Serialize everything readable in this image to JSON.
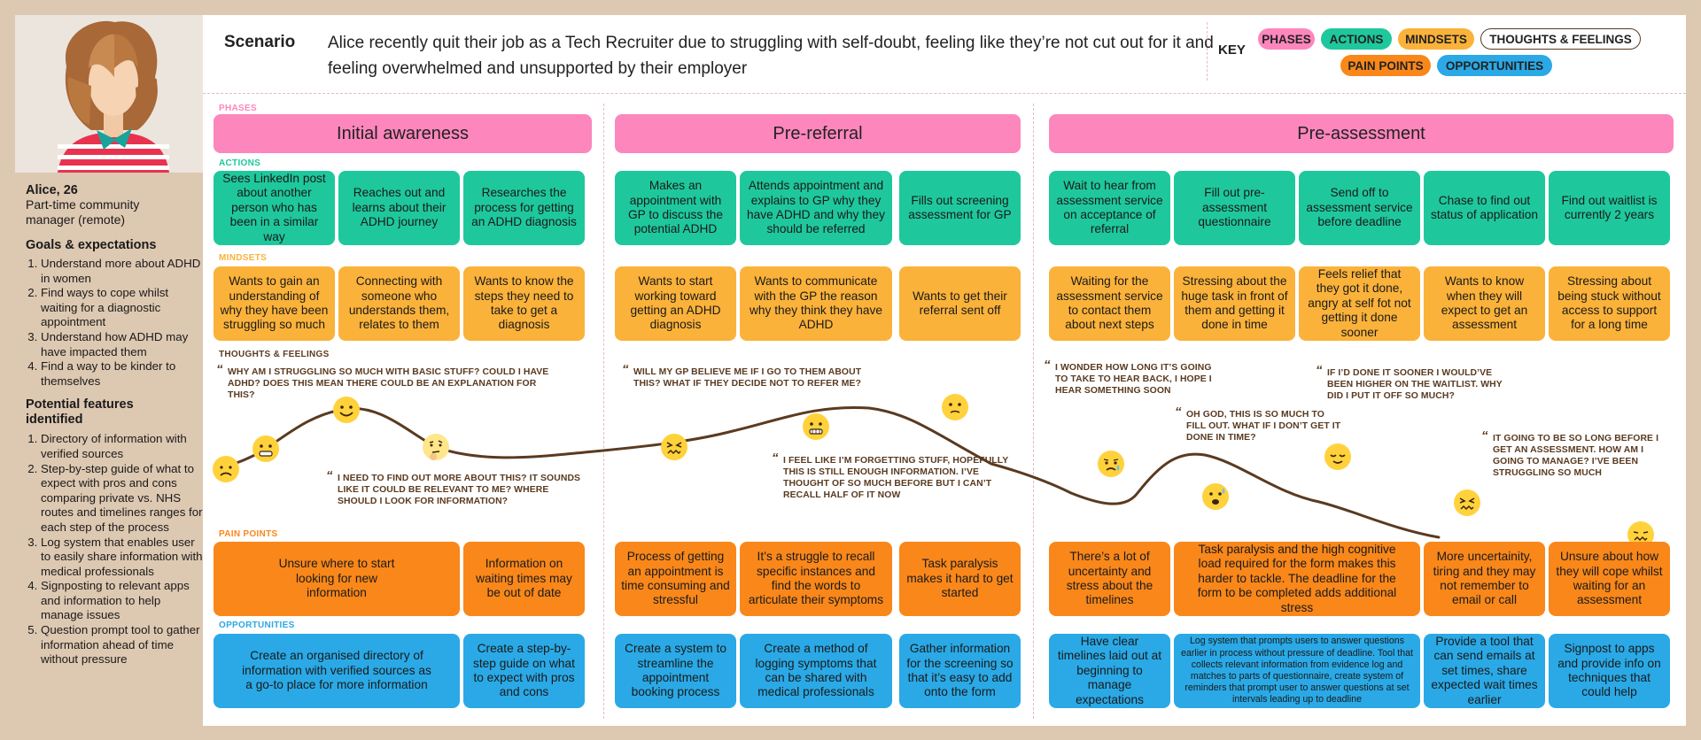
{
  "persona": {
    "name": "Alice, 26",
    "role": "Part-time community manager (remote)",
    "goals_title": "Goals & expectations",
    "goals": [
      "Understand more about ADHD in women",
      "Find ways to cope whilst waiting for a diagnostic appointment",
      "Understand how ADHD may have impacted them",
      "Find a way to be kinder to themselves"
    ],
    "features_title": "Potential features identified",
    "features": [
      "Directory of information with verified sources",
      "Step-by-step guide of what to expect with pros and cons comparing private vs. NHS routes and timelines ranges for each step of the process",
      "Log system that enables user to easily share information with medical professionals",
      "Signposting to relevant apps and information to help manage issues",
      "Question prompt tool to gather information ahead of time without pressure"
    ]
  },
  "header": {
    "scenario_label": "Scenario",
    "scenario_text": "Alice recently quit their job as a Tech Recruiter due to struggling with self-doubt, feeling like they’re not cut out for it and feeling overwhelmed and unsupported by their employer",
    "key_label": "KEY",
    "key_items": [
      "PHASES",
      "ACTIONS",
      "MINDSETS",
      "THOUGHTS & FEELINGS",
      "PAIN POINTS",
      "OPPORTUNITIES"
    ]
  },
  "colors": {
    "phases": "#fd86bd",
    "actions": "#1ec89c",
    "mindsets": "#fbb23a",
    "thoughts_outline": "#5a3a20",
    "pain_points": "#f9871a",
    "opportunities": "#2aa9e6",
    "dashed_lines": "#e7b7cb",
    "curve": "#5a3a20",
    "emoji": "#ffd23c"
  },
  "section_labels": {
    "phases": "PHASES",
    "actions": "ACTIONS",
    "mindsets": "MINDSETS",
    "thoughts": "THOUGHTS & FEELINGS",
    "pain_points": "PAIN POINTS",
    "opportunities": "OPPORTUNITIES"
  },
  "phases": [
    "Initial awareness",
    "Pre-referral",
    "Pre-assessment"
  ],
  "actions": [
    "Sees LinkedIn post about another person who has been in a similar way",
    "Reaches out and learns about their ADHD journey",
    "Researches the process for getting an ADHD diagnosis",
    "Makes an appointment with GP to discuss the potential ADHD",
    "Attends appointment and explains to GP why they have ADHD and why they should be referred",
    "Fills out screening assessment for GP",
    "Wait to hear from assessment service on acceptance of referral",
    "Fill out pre-assessment questionnaire",
    "Send off to assessment service before deadline",
    "Chase to find out status of application",
    "Find out waitlist is currently 2 years"
  ],
  "mindsets": [
    "Wants to gain an understanding of why they have been struggling so much",
    "Connecting with someone who understands them, relates to them",
    "Wants to know the steps they need to take to get a diagnosis",
    "Wants to start working toward getting an ADHD diagnosis",
    "Wants to communicate with the GP the reason why they think they have ADHD",
    "Wants to get their referral sent off",
    "Waiting for the assessment service to contact them about next steps",
    "Stressing about the huge task in front of them and getting it done in time",
    "Feels relief that they got it done, angry at self fot not getting it done sooner",
    "Wants to know when they will expect to get an assessment",
    "Stressing about being stuck without access to support for a long time"
  ],
  "thoughts": [
    "Why am I struggling so much with basic stuff? Could I have ADHD? Does this mean there could be an explanation for this?",
    "I need to find out more about this? It sounds like it could be relevant to me? Where should I look for information?",
    "Will my GP believe me if I go to them about this? What if they decide not to refer me?",
    "I feel like I’m forgetting stuff, hopefully this is still enough information. I’ve thought of so much before but I can’t recall half of it now",
    "I wonder how long it’s going to take to hear back, I hope I hear something soon",
    "Oh god, this is so much to fill out. What if I don’t get it done in time?",
    "If I’d done it sooner I would’ve been higher on the waitlist. Why did I put it off so much?",
    "It going to be so long before I get an assessment. How am I going to manage? I’ve been struggling so much"
  ],
  "pain_points": [
    "Unsure where to start looking for new information",
    "Information on waiting times may be out of date",
    "Process of getting an appointment is time consuming and stressful",
    "It’s a struggle to recall specific instances and find the words to articulate their symptoms",
    "Task paralysis makes it hard to get started",
    "There’s a lot of uncertainty and stress about the timelines",
    "Task paralysis and the high cognitive load required for the form makes this harder to tackle. The deadline for the form to be completed adds additional stress",
    "More uncertainity, tiring and they may not remember to email or call",
    "Unsure about how they will cope whilst waiting for an assessment"
  ],
  "opportunities": [
    "Create an organised directory of information with verified sources as a go-to place for more information",
    "Create a step-by-step guide on what to expect with pros and cons",
    "Create a system to streamline the appointment booking process",
    "Create a method of logging symptoms that can be shared with medical professionals",
    "Gather information for the screening so that it’s easy to add onto the form",
    "Have clear timelines laid out at beginning to manage expectations",
    "Log system that prompts users to answer questions earlier in process without pressure of deadline. Tool that collects relevant information from evidence log and matches to parts of questionnaire, create system of reminders that prompt user to answer questions at set intervals leading up to deadline",
    "Provide a tool that can send emails at set times, share expected wait times earlier",
    "Signpost to apps and provide info on techniques that could help"
  ],
  "emotions": [
    {
      "step": 1,
      "expression": "sad"
    },
    {
      "step": 2,
      "expression": "neutral-grimace"
    },
    {
      "step": 3,
      "expression": "smile"
    },
    {
      "step": 4,
      "expression": "thinking"
    },
    {
      "step": 5,
      "expression": "stressed"
    },
    {
      "step": 6,
      "expression": "grimace"
    },
    {
      "step": 7,
      "expression": "uncertain"
    },
    {
      "step": 8,
      "expression": "worried-sweat"
    },
    {
      "step": 9,
      "expression": "anxious-sweat"
    },
    {
      "step": 10,
      "expression": "relieved"
    },
    {
      "step": 11,
      "expression": "stressed"
    },
    {
      "step": 12,
      "expression": "stressed"
    }
  ]
}
